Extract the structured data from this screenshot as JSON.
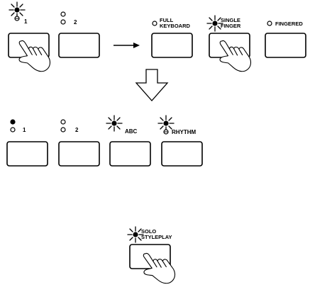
{
  "top_row": {
    "label_1": "1",
    "label_2": "2",
    "full_keyboard_line1": "FULL",
    "full_keyboard_line2": "KEYBOARD",
    "single_finger_line1": "SINGLE",
    "single_finger_line2": "FINGER",
    "fingered": "FINGERED"
  },
  "middle_row": {
    "label_1": "1",
    "label_2": "2",
    "abc": "ABC",
    "rhythm": "RHYTHM"
  },
  "bottom": {
    "solo_line1": "SOLO",
    "solo_line2": "STYLEPLAY"
  }
}
